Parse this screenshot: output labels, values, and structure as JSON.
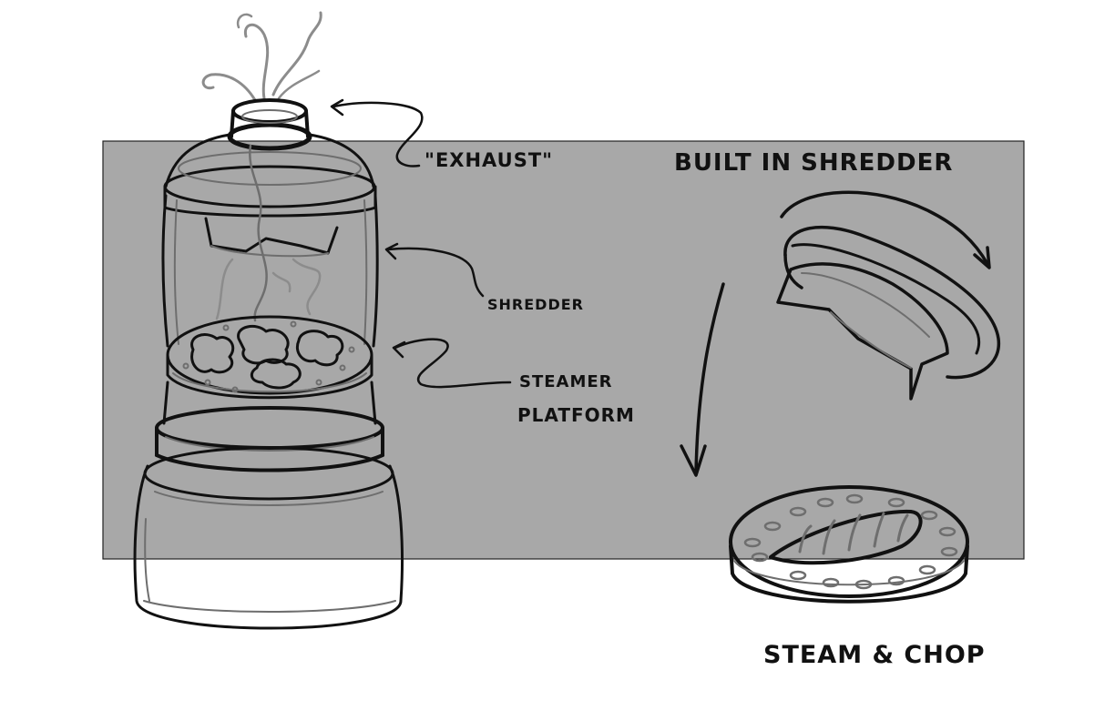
{
  "labels": {
    "exhaust": "\"EXHAUST\"",
    "shredder": "SHREDDER",
    "steamer_line1": "STEAMER",
    "steamer_line2": "PLATFORM",
    "built_in_shredder": "BUILT IN SHREDDER",
    "steam_chop": "STEAM & CHOP"
  },
  "colors": {
    "background_panel": "#a8a8a8",
    "ink": "#111111",
    "page": "#ffffff"
  }
}
